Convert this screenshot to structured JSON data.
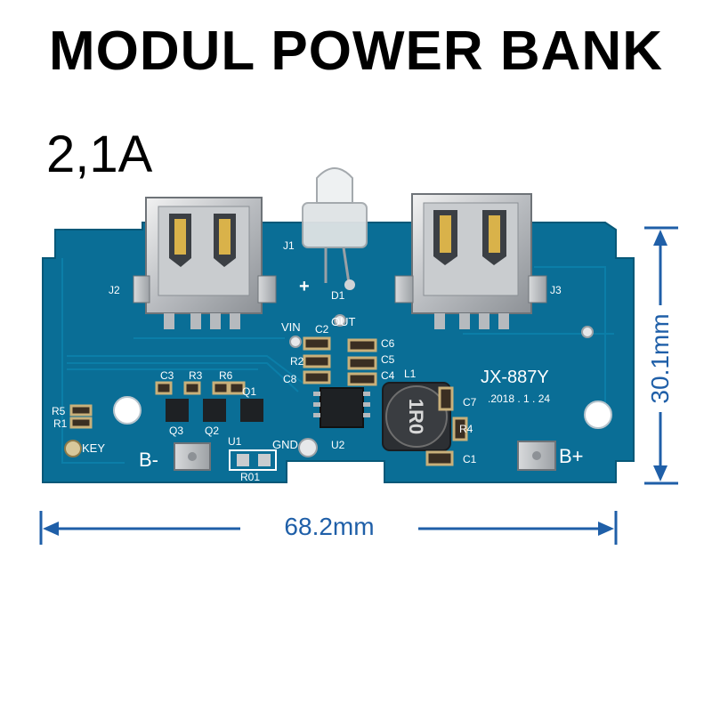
{
  "title": "MODUL POWER BANK",
  "current_rating": "2,1A",
  "dimensions": {
    "width": "68.2mm",
    "height": "30.1mm"
  },
  "board": {
    "model": "JX-887Y",
    "date": ".2018 . 1 . 24",
    "inductor_marking": "1R0",
    "labels": {
      "j1": "J1",
      "j2": "J2",
      "j3": "J3",
      "d1": "D1",
      "vin": "VIN",
      "out": "OUT",
      "plus": "+",
      "c2": "C2",
      "c6": "C6",
      "c5": "C5",
      "c4": "C4",
      "c8": "C8",
      "r2": "R2",
      "l1": "L1",
      "c7": "C7",
      "r4": "R4",
      "c1": "C1",
      "c3": "C3",
      "r3": "R3",
      "r6": "R6",
      "q1": "Q1",
      "q2": "Q2",
      "q3": "Q3",
      "r5": "R5",
      "r1": "R1",
      "key": "KEY",
      "u1": "U1",
      "u2": "U2",
      "gnd": "GND",
      "r01": "R01",
      "b_minus": "B-",
      "b_plus": "B+"
    }
  },
  "colors": {
    "pcb": "#0a6e96",
    "pcb_dark": "#075878",
    "dimension": "#1f5fa8"
  }
}
